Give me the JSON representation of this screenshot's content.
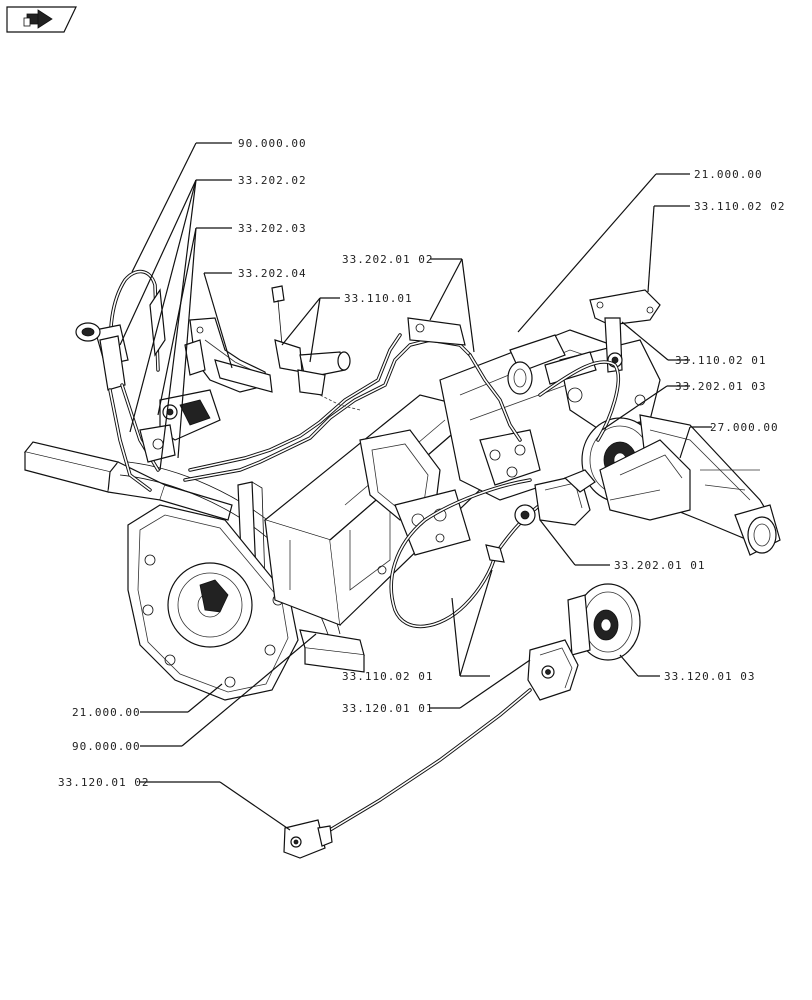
{
  "nav": {
    "icon": "next-page-arrow-icon"
  },
  "callouts": [
    {
      "id": "c1",
      "label": "90.000.00"
    },
    {
      "id": "c2",
      "label": "33.202.02"
    },
    {
      "id": "c3",
      "label": "33.202.03"
    },
    {
      "id": "c4",
      "label": "33.202.04"
    },
    {
      "id": "c5",
      "label": "33.202.01 02"
    },
    {
      "id": "c6",
      "label": "33.110.01"
    },
    {
      "id": "c7",
      "label": "21.000.00"
    },
    {
      "id": "c8",
      "label": "33.110.02 02"
    },
    {
      "id": "c9",
      "label": "33.110.02 01"
    },
    {
      "id": "c10",
      "label": "33.202.01 03"
    },
    {
      "id": "c11",
      "label": "27.000.00"
    },
    {
      "id": "c12",
      "label": "33.202.01 01"
    },
    {
      "id": "c13",
      "label": "33.110.02 01"
    },
    {
      "id": "c14",
      "label": "33.120.01 01"
    },
    {
      "id": "c15",
      "label": "33.120.01 03"
    },
    {
      "id": "c16",
      "label": "21.000.00"
    },
    {
      "id": "c17",
      "label": "90.000.00"
    },
    {
      "id": "c18",
      "label": "33.120.01 02"
    }
  ]
}
